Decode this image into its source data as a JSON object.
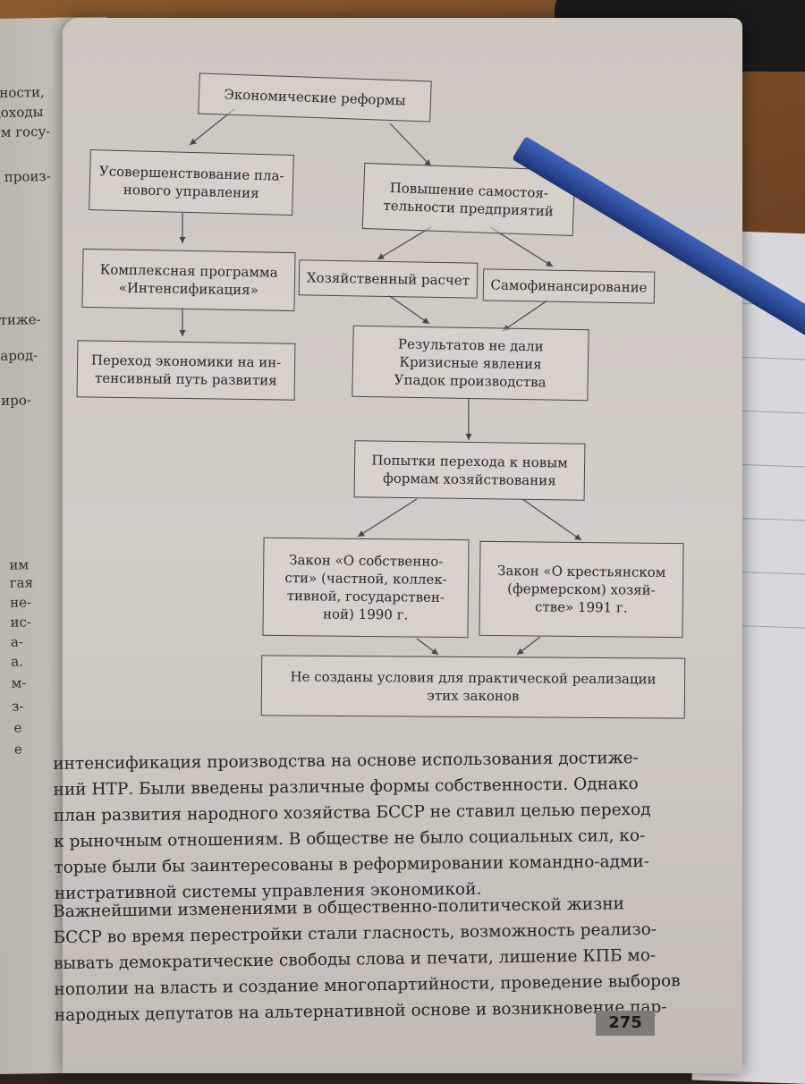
{
  "left_page_fragments": [
    "ьности,",
    "доходы",
    "ем госу-",
    "произ-",
    "тиже-",
    "арод-",
    "иро-",
    "им",
    "гая",
    "не-",
    "ис-",
    "а-",
    "а.",
    "м-",
    "з-",
    "е",
    "е"
  ],
  "diagram": {
    "root": "Экономические реформы",
    "planning": "Усовершенствование пла-\nнового управления",
    "independence": "Повышение самостоя-\nтельности предприятий",
    "program": "Комплексная программа\n«Интенсификация»",
    "self_accounting": "Хозяйственный расчет",
    "self_financing": "Самофинансирование",
    "intensive": "Переход экономики на ин-\nтенсивный путь развития",
    "results": "Результатов не дали\nКризисные явления\nУпадок производства",
    "attempts": "Попытки перехода к новым\nформам хозяйствования",
    "law_property": "Закон «О собственно-\nсти» (частной, коллек-\nтивной, государствен-\nной) 1990 г.",
    "law_farm": "Закон «О крестьянском\n(фермерском) хозяй-\nстве» 1991 г.",
    "conclusion": "Не созданы условия для практической реализации\nэтих законов"
  },
  "paragraph1": "интенсификация производства на основе использования достиже-\nний НТР. Были введены различные формы собственности. Однако\nплан развития народного хозяйства БССР не ставил целью переход\nк рыночным отношениям. В обществе не было социальных сил, ко-\nторые были бы заинтересованы в реформировании командно-адми-\nнистративной системы управления экономикой.",
  "paragraph2": "    Важнейшими изменениями в общественно-политической жизни\nБССР во время перестройки стали гласность, возможность реализо-\nвывать демократические свободы слова и печати, лишение КПБ мо-\nнополии на власть и создание многопартийности, проведение выборов\nнародных депутатов на альтернативной основе и возникновение пар-",
  "page_number": "275"
}
